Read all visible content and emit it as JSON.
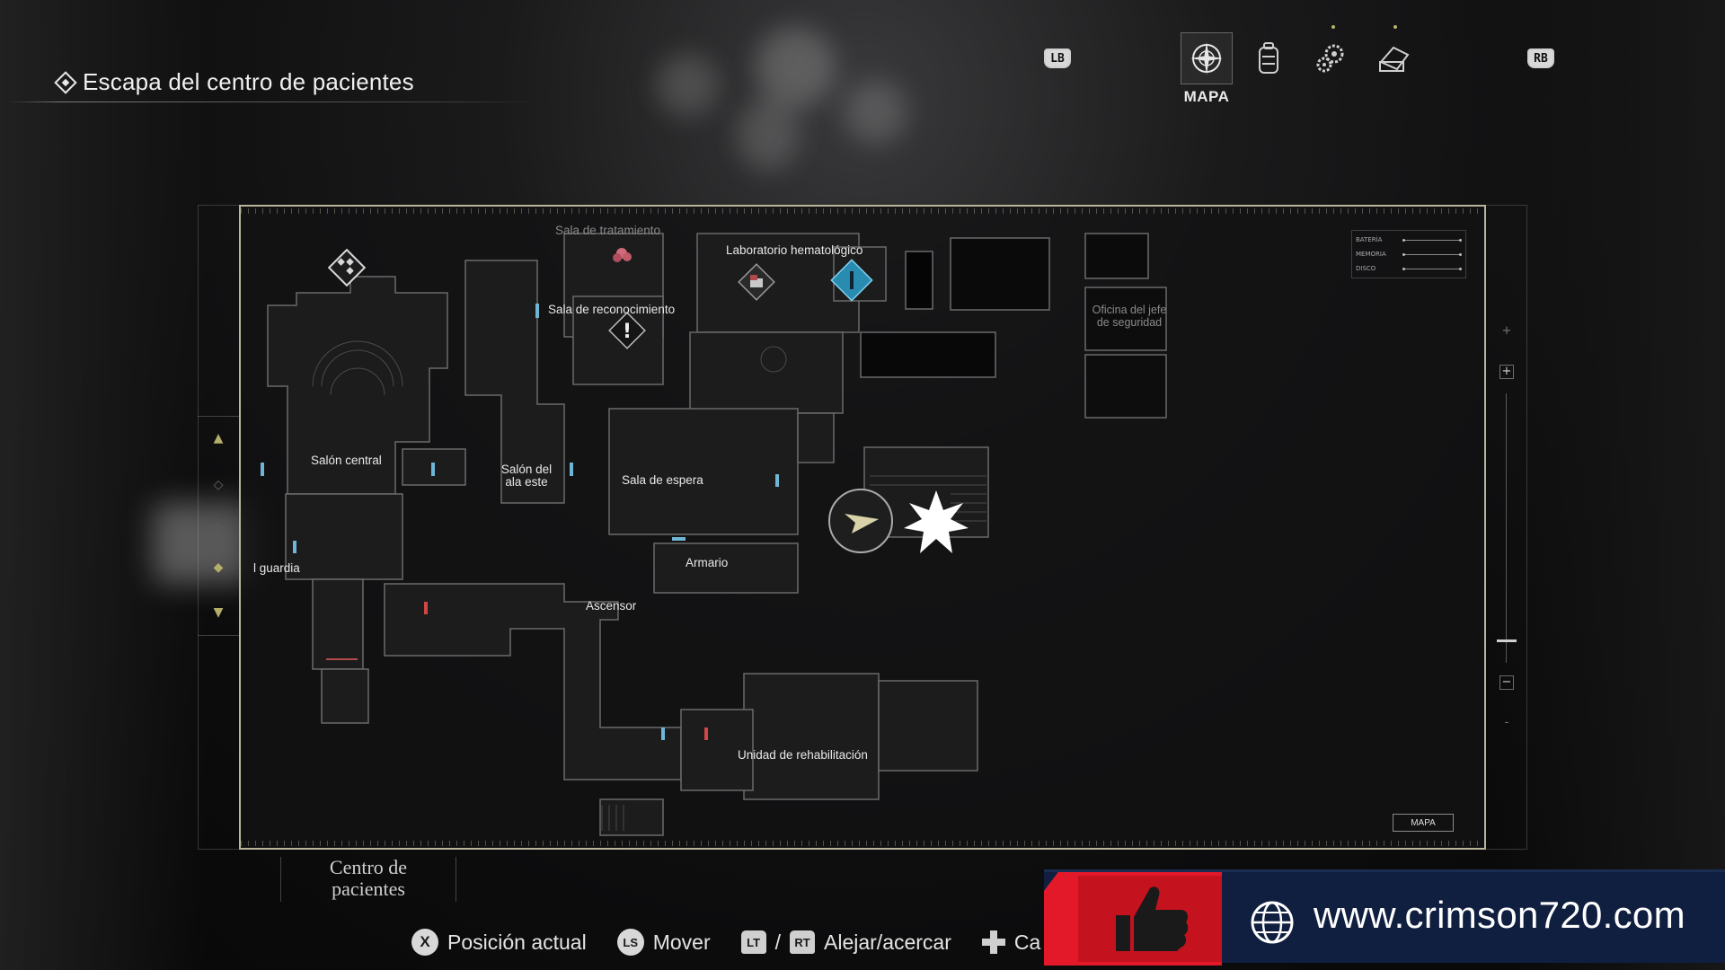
{
  "objective": {
    "text": "Escapa del centro de pacientes"
  },
  "tabs": {
    "left_bumper": "LB",
    "right_bumper": "RB",
    "items": [
      {
        "id": "map",
        "label": "MAPA",
        "icon": "compass-icon",
        "active": true
      },
      {
        "id": "inventory",
        "label": "",
        "icon": "backpack-icon",
        "active": false
      },
      {
        "id": "parts",
        "label": "",
        "icon": "gears-icon",
        "active": false
      },
      {
        "id": "files",
        "label": "",
        "icon": "files-icon",
        "active": false
      }
    ]
  },
  "map": {
    "rooms": [
      {
        "id": "sala-tratamiento",
        "label": "Sala de tratamiento",
        "dim": true
      },
      {
        "id": "laboratorio",
        "label": "Laboratorio hematológico",
        "dim": false
      },
      {
        "id": "sala-reconocimiento",
        "label": "Sala de reconocimiento",
        "dim": false
      },
      {
        "id": "oficina-jefe",
        "label": "Oficina del jefe de seguridad",
        "dim": true
      },
      {
        "id": "salon-central",
        "label": "Salón central",
        "dim": false
      },
      {
        "id": "salon-este",
        "label": "Salón del ala este",
        "dim": false
      },
      {
        "id": "sala-espera",
        "label": "Sala de espera",
        "dim": false
      },
      {
        "id": "armario",
        "label": "Armario",
        "dim": false
      },
      {
        "id": "guardia",
        "label": "l guardia",
        "dim": false
      },
      {
        "id": "ascensor",
        "label": "Ascensor",
        "dim": false
      },
      {
        "id": "unidad-rehab",
        "label": "Unidad de rehabilitación",
        "dim": false
      }
    ],
    "status": [
      {
        "label": "BATERÍA"
      },
      {
        "label": "MEMORIA"
      },
      {
        "label": "DISCO"
      }
    ],
    "map_tag": "MAPA",
    "zoom_level": 0.75,
    "colors": {
      "frame": "#b8b59a",
      "door_blue": "#6fb6d6",
      "door_red": "#d04646",
      "item_blue": "#2a8bb0",
      "accent_gold": "#b4ae6a"
    }
  },
  "area_label": {
    "line1": "Centro de",
    "line2": "pacientes"
  },
  "controls": [
    {
      "button": "X",
      "label": "Posición actual"
    },
    {
      "button": "LS",
      "label": "Mover"
    },
    {
      "button": "LT",
      "label": ""
    },
    {
      "button": "RT",
      "label": "Alejar/acercar"
    },
    {
      "button": "+",
      "label": "Ca"
    }
  ],
  "banner": {
    "url": "www.crimson720.com"
  }
}
